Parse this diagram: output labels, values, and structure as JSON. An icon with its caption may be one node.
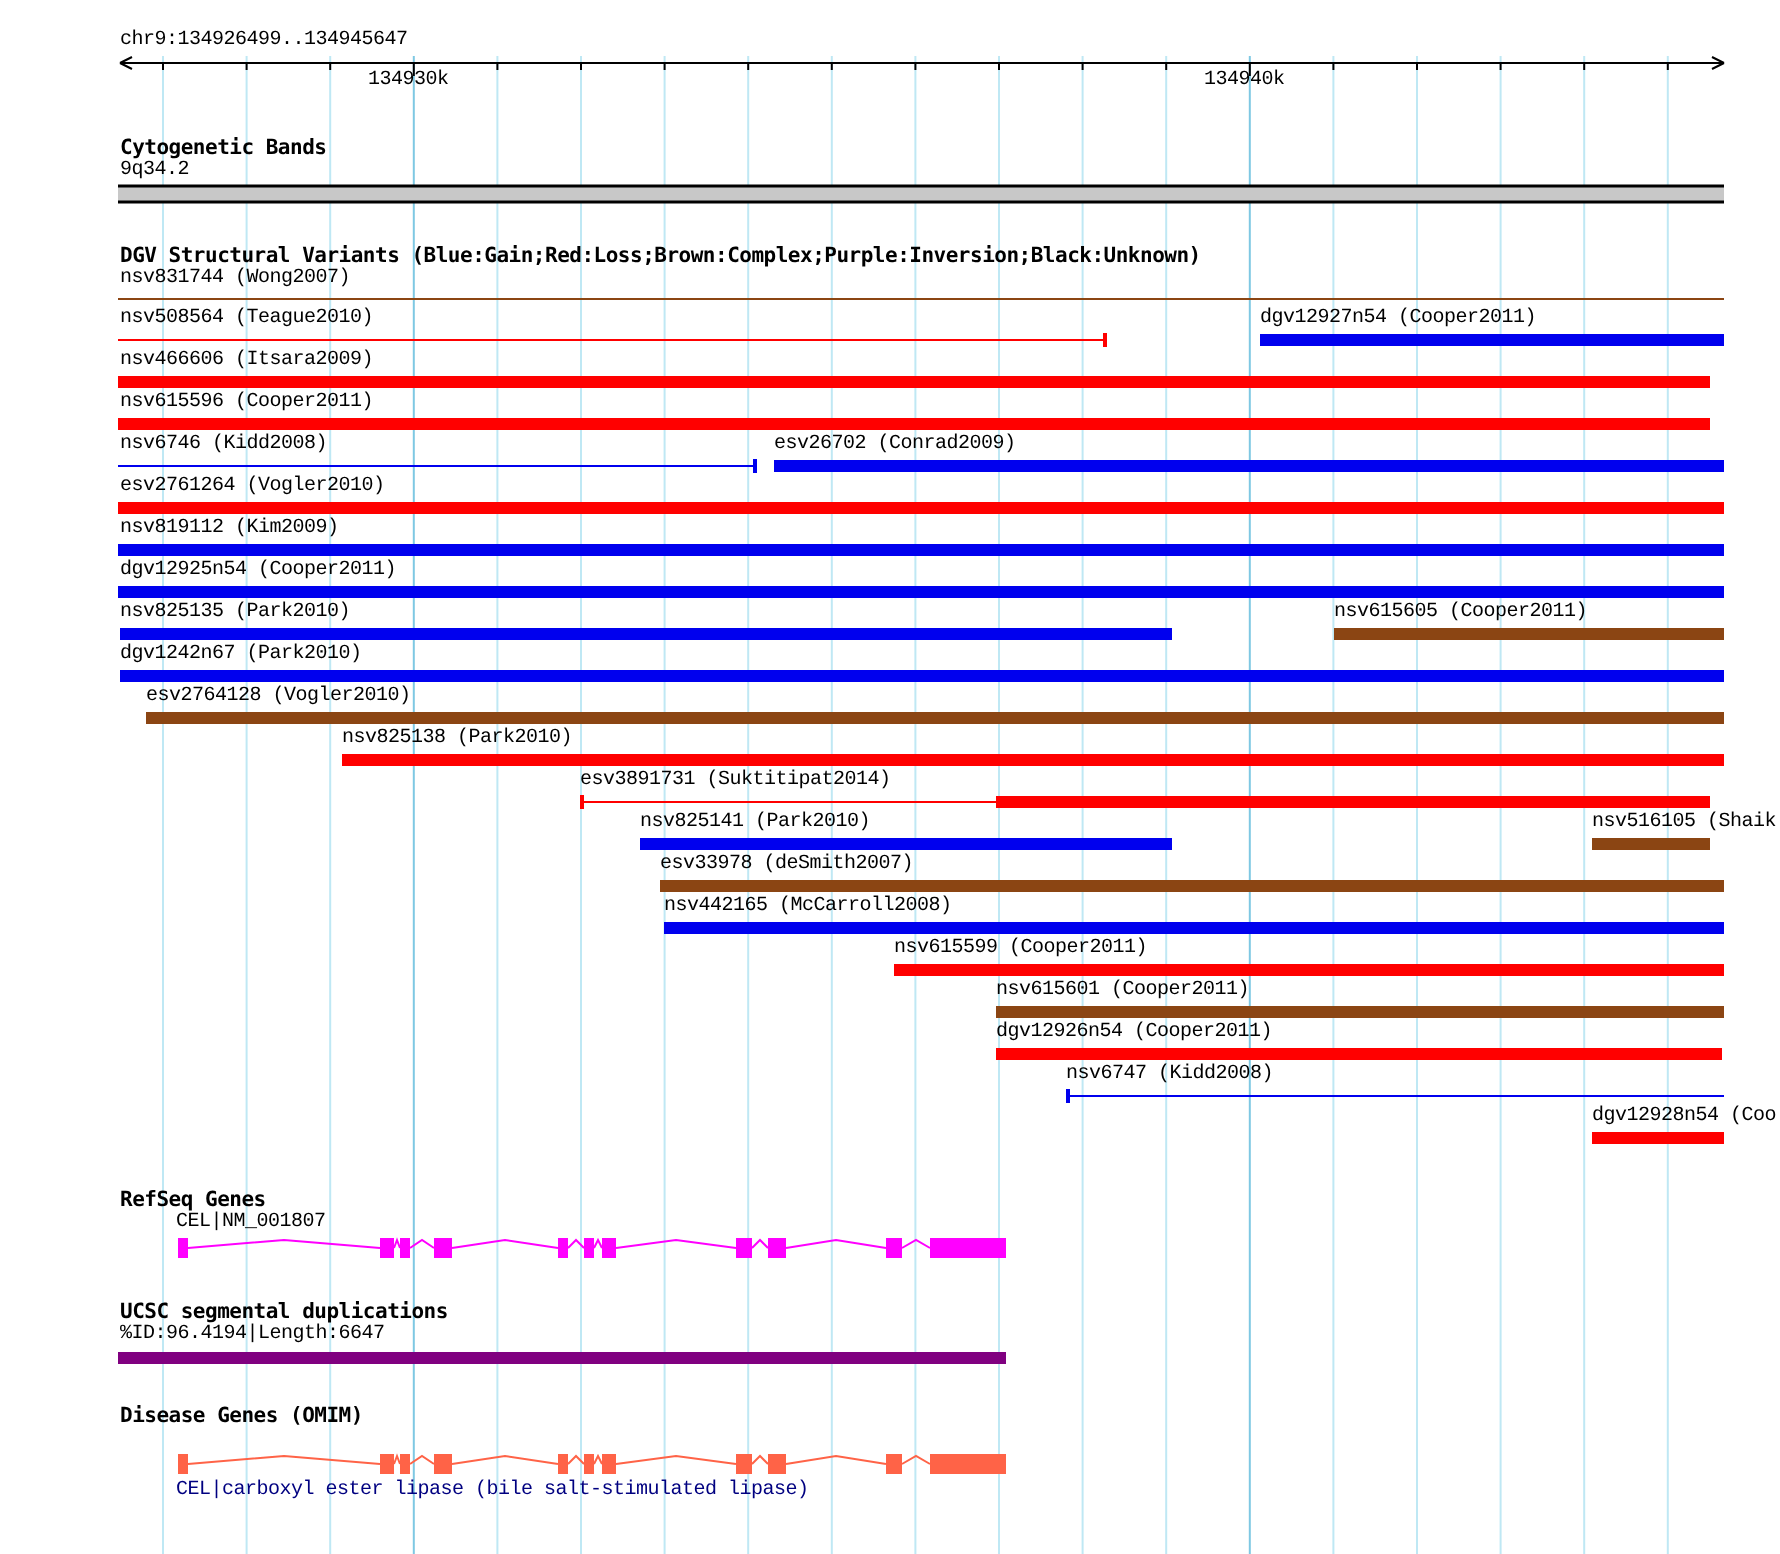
{
  "diagram": {
    "labels": [
      "chr9:134926499..134945647",
      "134930k",
      "134940k",
      "Cytogenetic Bands",
      "9q34.2",
      "DGV Structural Variants (Blue:Gain;Red:Loss;Brown:Complex;Purple:Inversion;Black:Unknown)",
      "nsv831744 (Wong2007)",
      "nsv508564 (Teague2010)",
      "dgv12927n54 (Cooper2011)",
      "nsv466606 (Itsara2009)",
      "nsv615596 (Cooper2011)",
      "nsv6746 (Kidd2008)",
      "esv26702 (Conrad2009)",
      "esv2761264 (Vogler2010)",
      "nsv819112 (Kim2009)",
      "dgv12925n54 (Cooper2011)",
      "nsv825135 (Park2010)",
      "nsv615605 (Cooper2011)",
      "dgv1242n67 (Park2010)",
      "esv2764128 (Vogler2010)",
      "nsv825138 (Park2010)",
      "esv3891731 (Suktitipat2014)",
      "nsv825141 (Park2010)",
      "nsv516105 (Shaik",
      "esv33978 (deSmith2007)",
      "nsv442165 (McCarroll2008)",
      "nsv615599 (Cooper2011)",
      "nsv615601 (Cooper2011)",
      "dgv12926n54 (Cooper2011)",
      "nsv6747 (Kidd2008)",
      "dgv12928n54 (Coo",
      "RefSeq Genes",
      "CEL|NM_001807",
      "UCSC segmental duplications",
      "%ID:96.4194|Length:6647",
      "Disease Genes (OMIM)",
      "CEL|carboxyl ester lipase (bile salt-stimulated lipase)"
    ]
  }
}
